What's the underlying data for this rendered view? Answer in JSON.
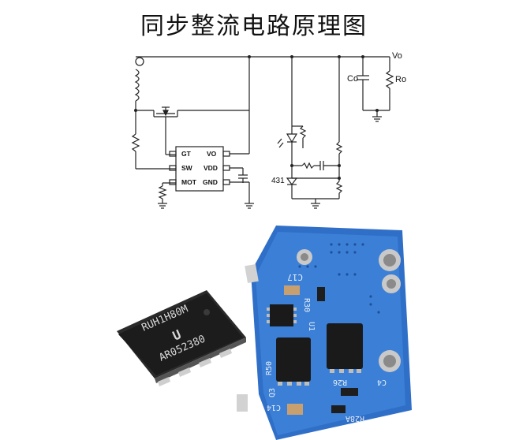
{
  "title": "同步整流电路原理图",
  "schematic": {
    "labels": {
      "vo": "Vo",
      "co": "Co",
      "ro": "Ro",
      "ref": "431"
    },
    "ic_pins_left": [
      "GT",
      "SW",
      "MOT"
    ],
    "ic_pins_right": [
      "VO",
      "VDD",
      "GND"
    ]
  },
  "photo": {
    "chip_marking": [
      "RUH1H80M",
      "AR052380"
    ],
    "board_labels": [
      "C17",
      "R30",
      "U1",
      "R50",
      "R26",
      "C14",
      "Q3",
      "R28A",
      "C4"
    ]
  }
}
